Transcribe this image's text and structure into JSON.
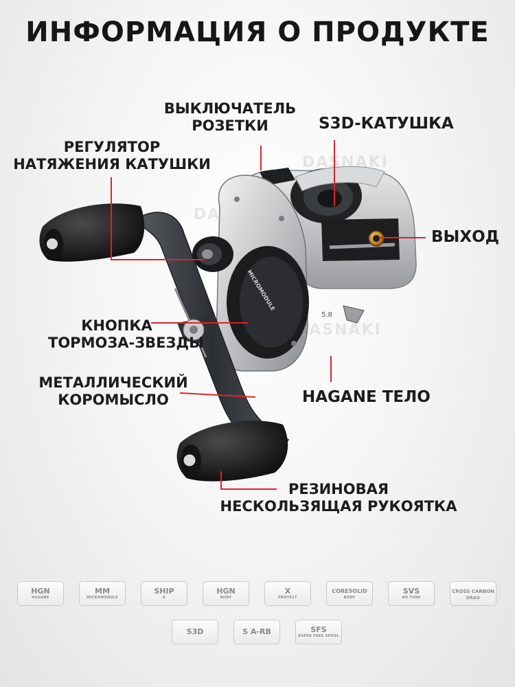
{
  "title": "ИНФОРМАЦИЯ О ПРОДУКТЕ",
  "labels": {
    "switch": "ВЫКЛЮЧАТЕЛЬ РОЗЕТКИ",
    "switch_line1": "ВЫКЛЮЧАТЕЛЬ",
    "switch_line2": "РОЗЕТКИ",
    "spool": "S3D-КАТУШКА",
    "tension_line1": "РЕГУЛЯТОР",
    "tension_line2": "НАТЯЖЕНИЯ КАТУШКИ",
    "exit": "ВЫХОД",
    "drag_line1": "КНОПКА",
    "drag_line2": "ТОРМОЗА-ЗВЕЗДЫ",
    "arm_line1": "МЕТАЛЛИЧЕСКИЙ",
    "arm_line2": "КОРОМЫСЛО",
    "body": "HAGANE ТЕЛО",
    "grip_line1": "РЕЗИНОВАЯ",
    "grip_line2": "НЕСКОЛЬЗЯЩАЯ РУКОЯТКА"
  },
  "reel_text": {
    "micromodule": "MICROMODULE",
    "ratio": "5.8"
  },
  "watermark": "DASNAKI",
  "badges": [
    {
      "main": "HGN",
      "sub": "HAGANE"
    },
    {
      "main": "MM",
      "sub": "MICROMODULE"
    },
    {
      "main": "SHIP",
      "sub": "X"
    },
    {
      "main": "HGN",
      "sub": "BODY"
    },
    {
      "main": "X",
      "sub": "PROTECT"
    },
    {
      "main": "CORESOLID",
      "sub": "BODY"
    },
    {
      "main": "SVS",
      "sub": "NO TUNE"
    },
    {
      "main": "CROSS CARBON",
      "sub": "DRAG"
    },
    {
      "main": "S3D",
      "sub": ""
    },
    {
      "main": "S A-RB",
      "sub": ""
    },
    {
      "main": "SFS",
      "sub": "SUPER FREE SPOOL"
    }
  ],
  "colors": {
    "leader_line": "#e0212b",
    "text": "#1c1c1c",
    "reel_silver": "#c9cbcc",
    "reel_dark": "#1a1a1a",
    "line_guide_gold": "#c9892a"
  }
}
